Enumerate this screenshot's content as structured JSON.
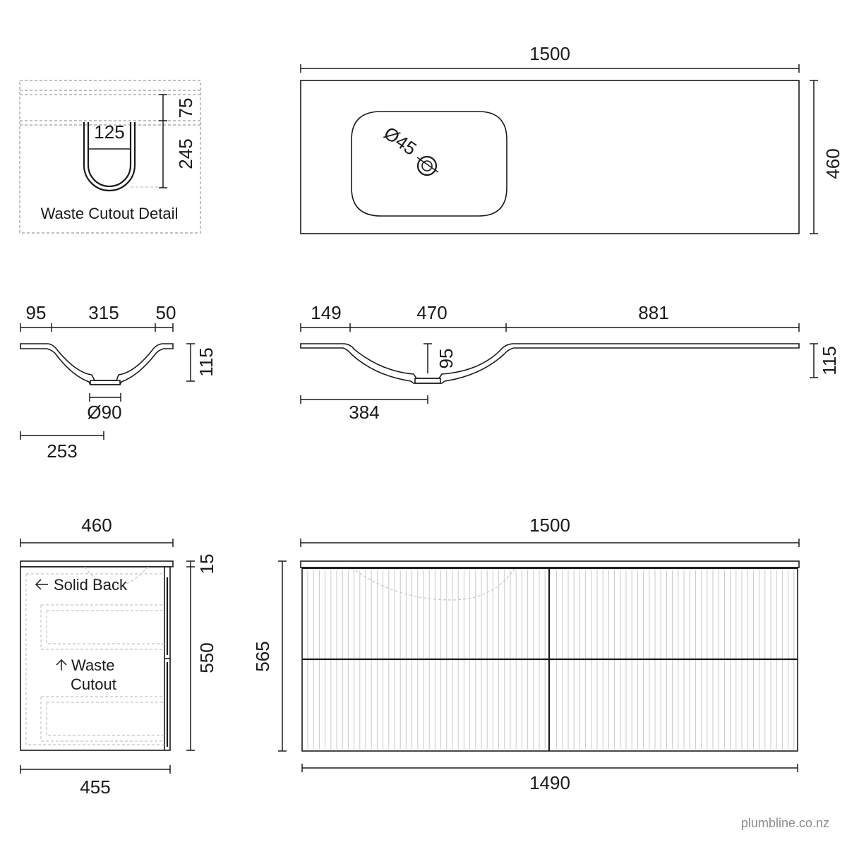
{
  "waste_detail": {
    "label": "Waste Cutout Detail",
    "dim_width": "125",
    "dim_top": "75",
    "dim_depth": "245"
  },
  "top_plan": {
    "dim_width": "1500",
    "dim_depth": "460",
    "dim_hole": "Ø45"
  },
  "side_section": {
    "dim_left": "95",
    "dim_basin": "315",
    "dim_right": "50",
    "dim_height": "115",
    "dim_waste": "Ø90",
    "dim_offset": "253"
  },
  "front_section": {
    "dim_left": "149",
    "dim_basin": "470",
    "dim_right": "881",
    "dim_depth": "95",
    "dim_height": "115",
    "dim_offset": "384"
  },
  "side_elevation": {
    "dim_top_width": "460",
    "dim_top_thick": "15",
    "dim_body_height": "550",
    "dim_body_width": "455",
    "label_solid_back": "Solid Back",
    "label_waste_line1": "Waste",
    "label_waste_line2": "Cutout"
  },
  "front_elevation": {
    "dim_width": "1500",
    "dim_height": "565",
    "dim_body_width": "1490"
  },
  "watermark": "plumbline.co.nz"
}
